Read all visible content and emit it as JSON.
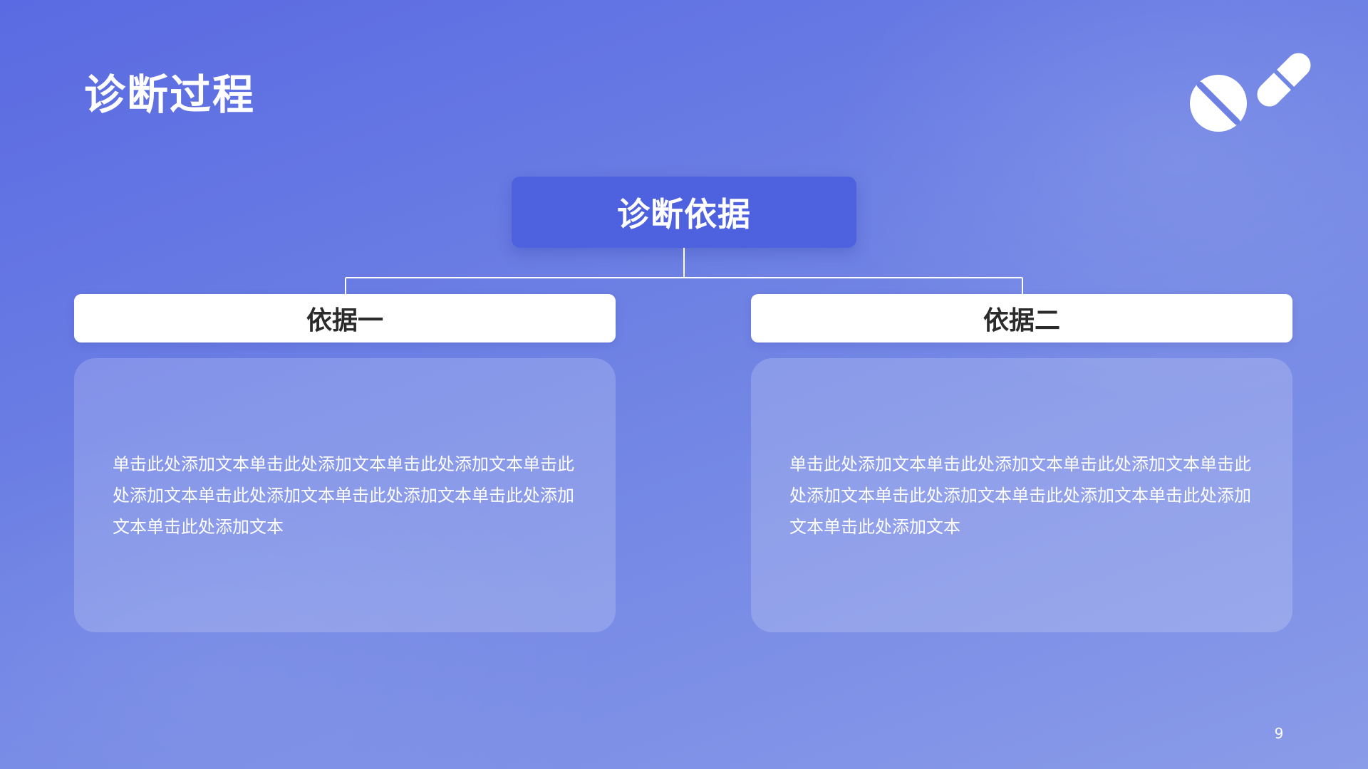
{
  "slide": {
    "title": "诊断过程",
    "page_number": "9"
  },
  "diagram": {
    "root_label": "诊断依据",
    "branches": [
      {
        "header": "依据一",
        "text": "单击此处添加文本单击此处添加文本单击此处添加文本单击此处添加文本单击此处添加文本单击此处添加文本单击此处添加文本单击此处添加文本"
      },
      {
        "header": "依据二",
        "text": "单击此处添加文本单击此处添加文本单击此处添加文本单击此处添加文本单击此处添加文本单击此处添加文本单击此处添加文本单击此处添加文本"
      }
    ]
  },
  "icons": {
    "decoration": "pill-icon"
  },
  "colors": {
    "background_start": "#5a6ae2",
    "background_end": "#8a9be8",
    "root_box": "#4e61df",
    "header_box": "#ffffff",
    "header_text": "#2b2b2b",
    "body_text": "#ffffff"
  }
}
